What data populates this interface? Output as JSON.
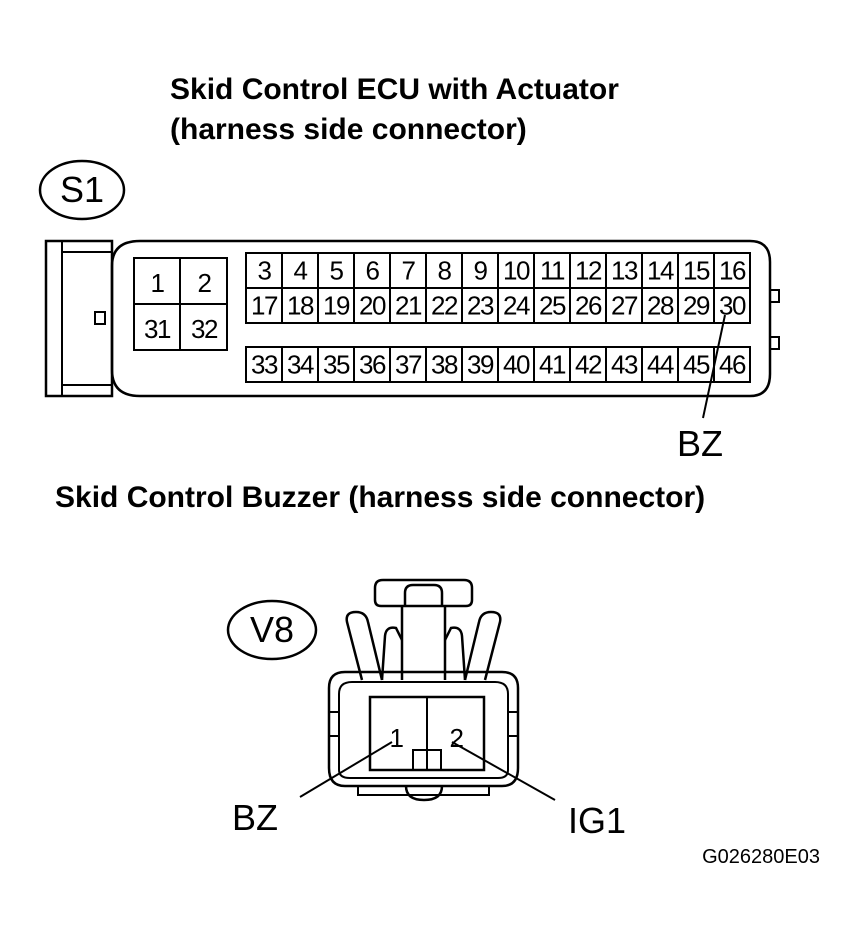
{
  "ecu": {
    "title_line1": "Skid Control ECU with Actuator",
    "title_line2": "(harness side connector)",
    "connector_id": "S1",
    "pins_left": [
      [
        "1",
        "2"
      ],
      [
        "31",
        "32"
      ]
    ],
    "pins_row1": [
      "3",
      "4",
      "5",
      "6",
      "7",
      "8",
      "9",
      "10",
      "11",
      "12",
      "13",
      "14",
      "15",
      "16"
    ],
    "pins_row2": [
      "17",
      "18",
      "19",
      "20",
      "21",
      "22",
      "23",
      "24",
      "25",
      "26",
      "27",
      "28",
      "29",
      "30"
    ],
    "pins_row3": [
      "33",
      "34",
      "35",
      "36",
      "37",
      "38",
      "39",
      "40",
      "41",
      "42",
      "43",
      "44",
      "45",
      "46"
    ],
    "callout": "BZ"
  },
  "buzzer": {
    "title": "Skid Control Buzzer (harness side connector)",
    "connector_id": "V8",
    "pins": [
      "1",
      "2"
    ],
    "callout_left": "BZ",
    "callout_right": "IG1"
  },
  "figure_code": "G026280E03"
}
